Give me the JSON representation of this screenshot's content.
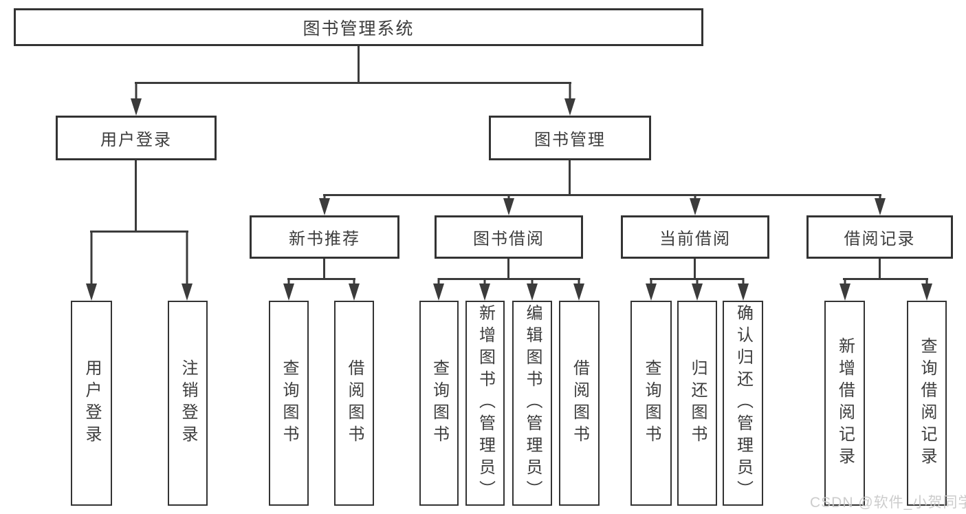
{
  "tree": {
    "root": "图书管理系统",
    "level2": [
      {
        "label": "用户登录",
        "leaves": [
          "用户登录",
          "注销登录"
        ]
      },
      {
        "label": "图书管理",
        "level3": [
          {
            "label": "新书推荐",
            "leaves": [
              "查询图书",
              "借阅图书"
            ]
          },
          {
            "label": "图书借阅",
            "leaves": [
              "查询图书",
              "新增图书（管理员）",
              "编辑图书（管理员）",
              "借阅图书"
            ]
          },
          {
            "label": "当前借阅",
            "leaves": [
              "查询图书",
              "归还图书",
              "确认归还（管理员）"
            ]
          },
          {
            "label": "借阅记录",
            "leaves": [
              "新增借阅记录",
              "查询借阅记录"
            ]
          }
        ]
      }
    ]
  },
  "watermark": "CSDN @软件_小贺同学",
  "colors": {
    "line": "#3b3b3b",
    "border": "#333333",
    "text": "#3d3d3d",
    "background": "#ffffff",
    "watermark": "#c8c8c8"
  }
}
